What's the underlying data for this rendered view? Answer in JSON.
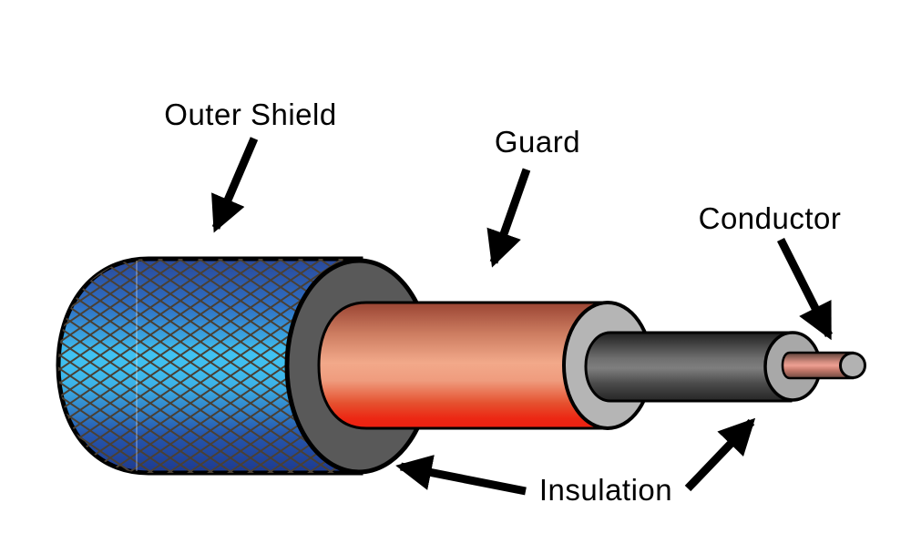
{
  "labels": {
    "outer_shield": "Outer Shield",
    "guard": "Guard",
    "conductor": "Conductor",
    "insulation": "Insulation"
  },
  "colors": {
    "background": "#ffffff",
    "outline_black": "#000000",
    "arrow_black": "#000000",
    "shield_blue_dark_top": "#2a4898",
    "shield_blue_mid_light": "#41c3f1",
    "shield_blue_dark_bottom": "#1e3a8e",
    "braid_line": "#4a4034",
    "insulation_end_face_dark": "#595959",
    "guard_red_dark_top": "#9a4433",
    "guard_red_light_mid": "#f2a98a",
    "guard_red_bright_bottom": "#ee2010",
    "insulation_face_light": "#b5b5b5",
    "insulation_cyl_dark": "#1f1f1f",
    "insulation_cyl_light": "#7e7e7e",
    "insulation_cap_gray": "#a8a8a8",
    "conductor_copper": "#ee9f92",
    "conductor_tip_gray": "#b2b2b2"
  }
}
